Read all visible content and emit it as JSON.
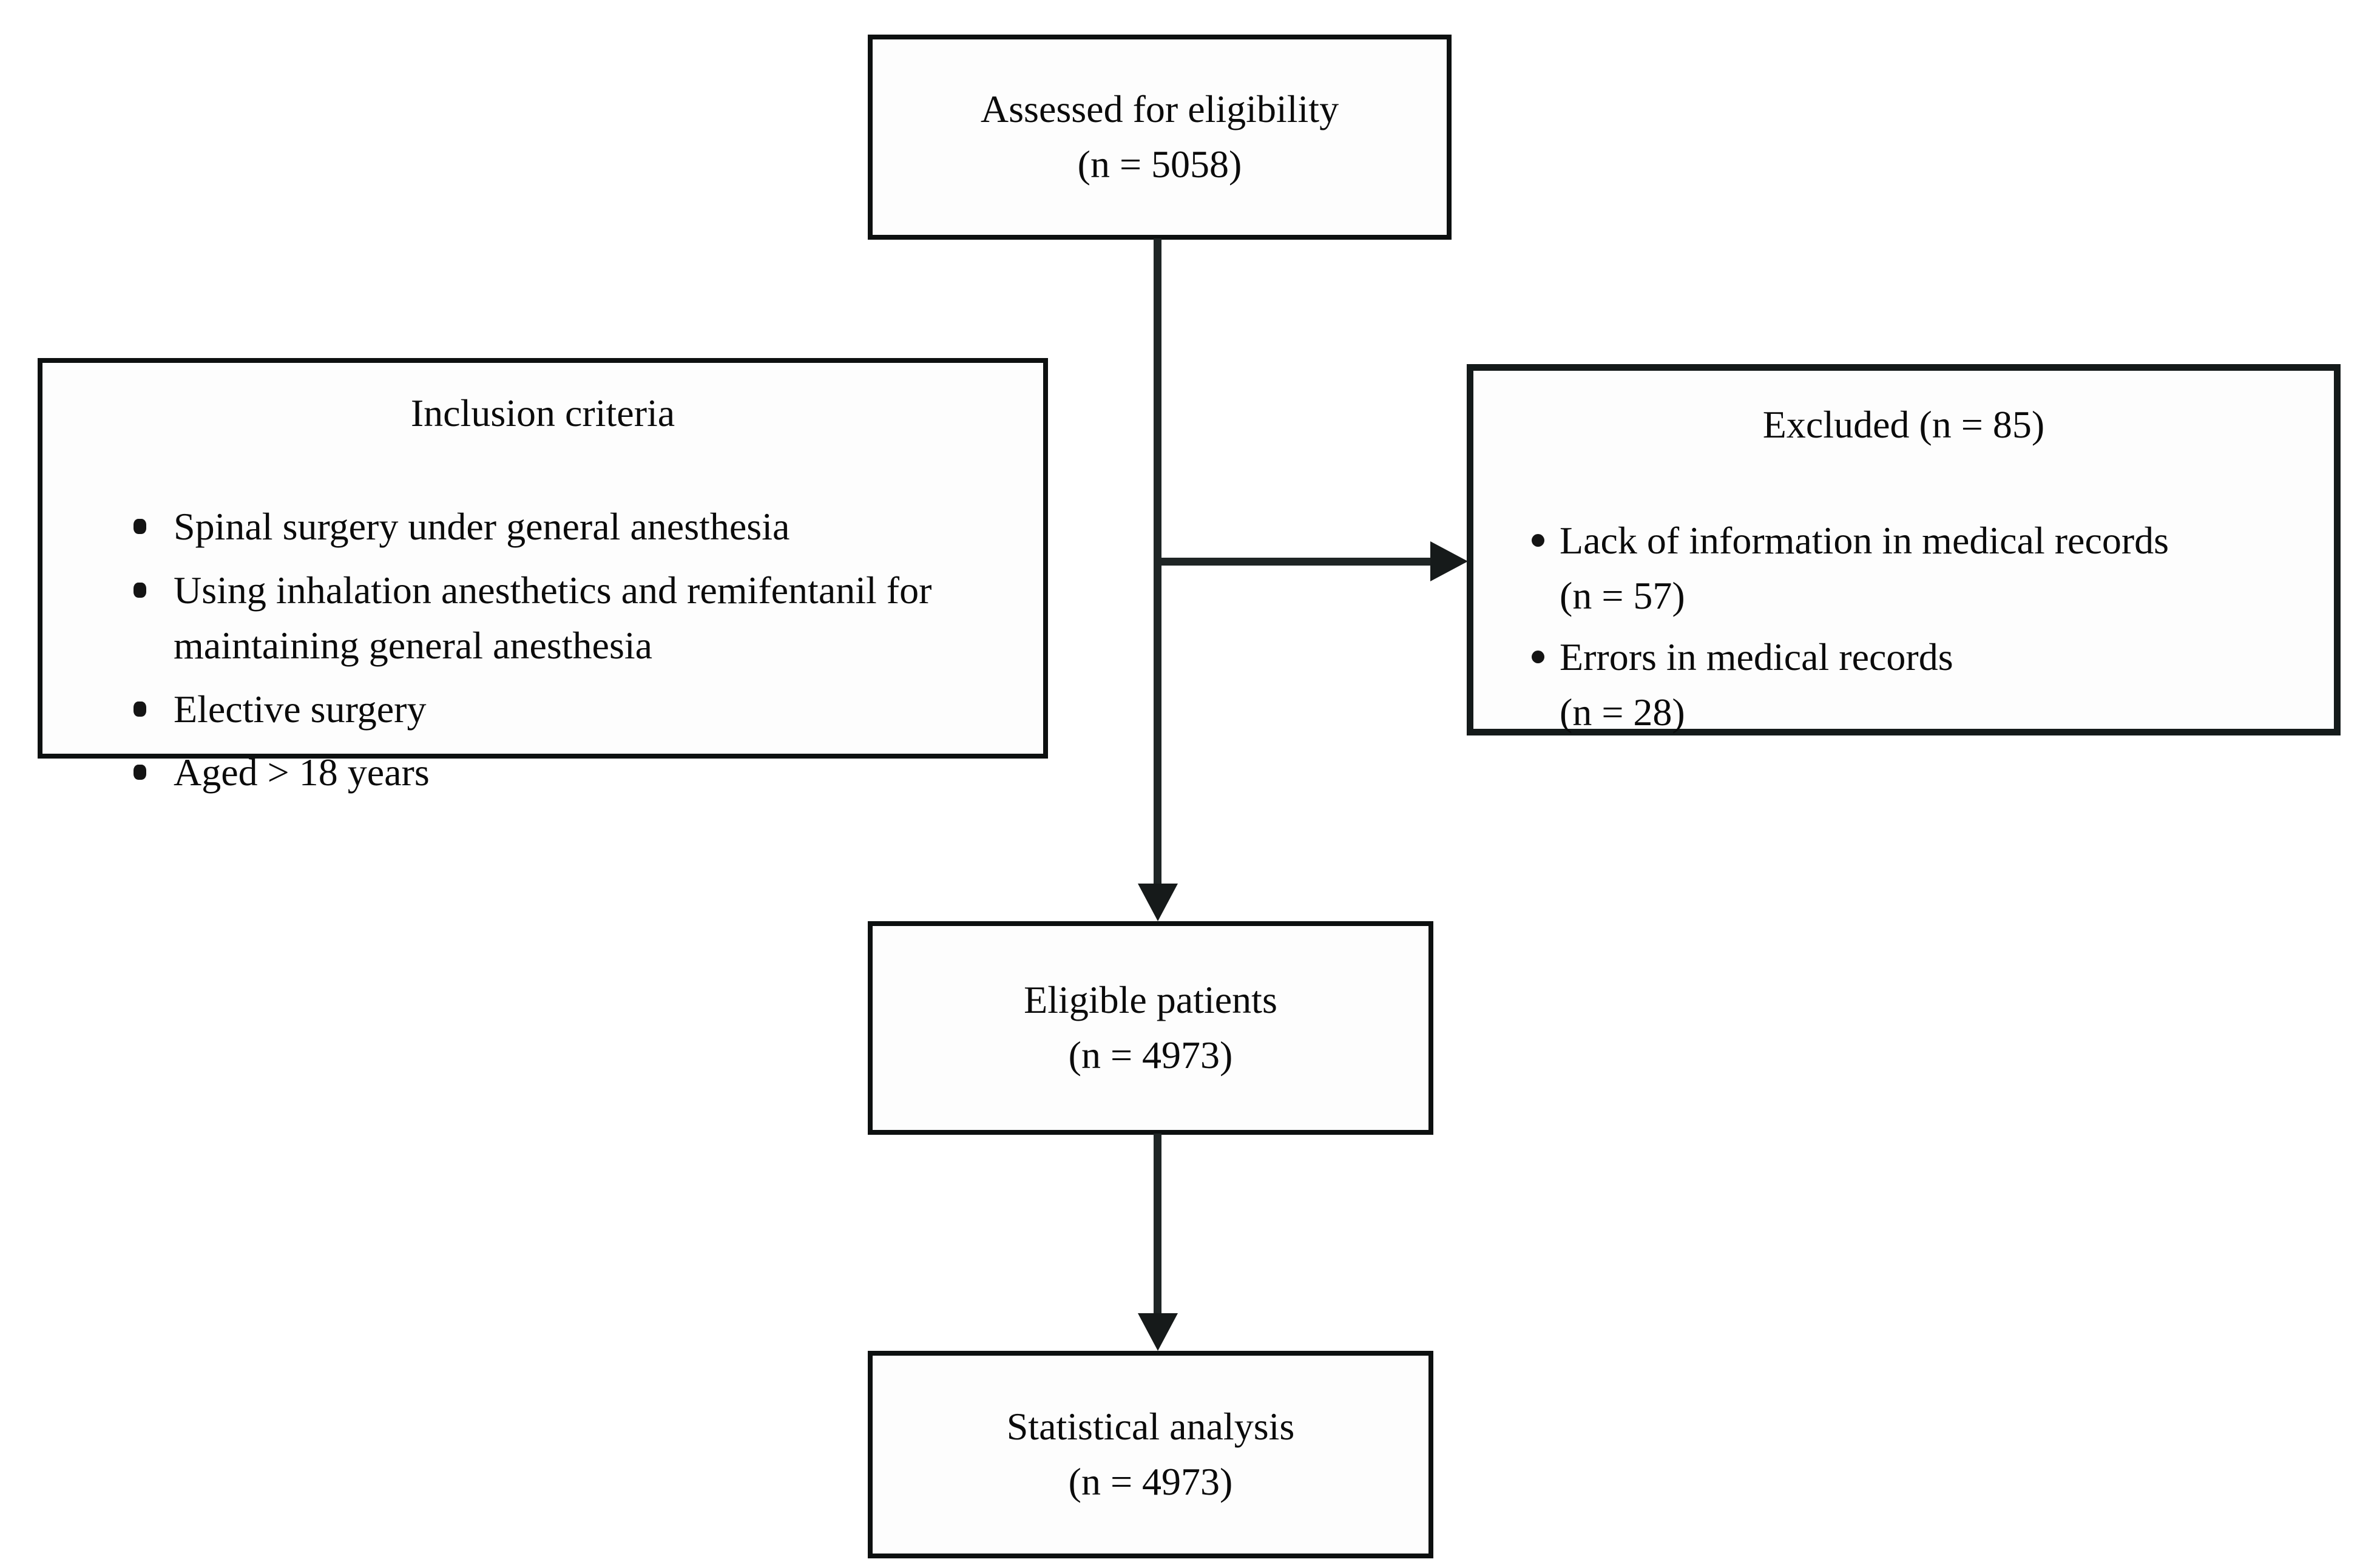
{
  "boxes": {
    "assessed": {
      "line1": "Assessed for eligibility",
      "line2": "(n = 5058)"
    },
    "inclusion": {
      "title": "Inclusion criteria",
      "items": [
        "Spinal surgery under general anesthesia",
        "Using inhalation anesthetics and remifentanil for maintaining general anesthesia",
        "Elective surgery",
        "Aged > 18 years"
      ]
    },
    "excluded": {
      "title": "Excluded (n = 85)",
      "items": [
        {
          "text": "Lack of information in medical records",
          "n": "(n = 57)"
        },
        {
          "text": "Errors in medical records",
          "n": "(n = 28)"
        }
      ]
    },
    "eligible": {
      "line1": "Eligible patients",
      "line2": "(n = 4973)"
    },
    "analysis": {
      "line1": "Statistical analysis",
      "line2": "(n = 4973)"
    }
  },
  "colors": {
    "background": "#ffffff",
    "box_border": "#0d1010",
    "excluded_border": "#141a1a",
    "text": "#0b0b0b",
    "connector": "#1f2525"
  }
}
